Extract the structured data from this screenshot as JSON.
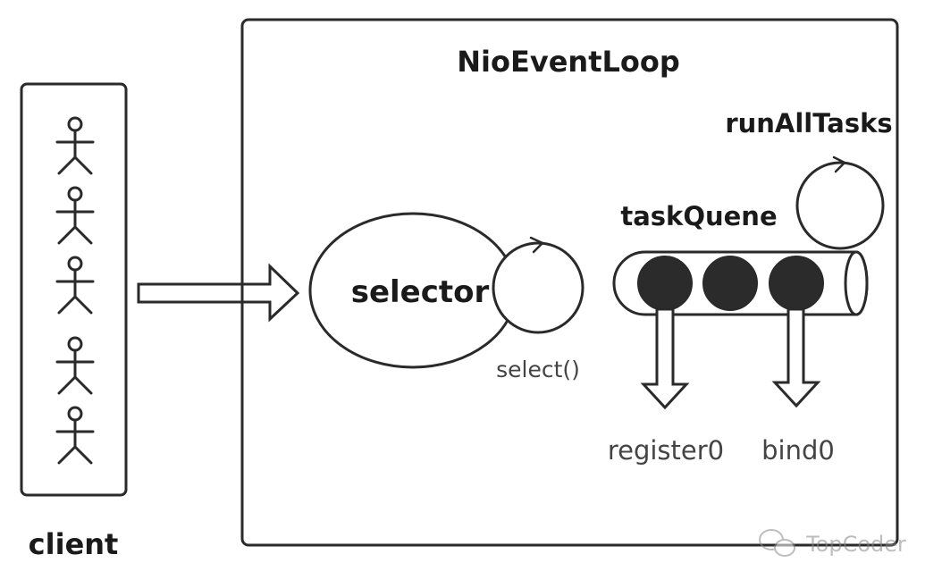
{
  "diagram": {
    "container_title": "NioEventLoop",
    "client_label": "client",
    "client_count": 5,
    "selector_label": "selector",
    "select_label": "select()",
    "run_all_tasks_label": "runAllTasks",
    "task_queue_label": "taskQuene",
    "task_count": 3,
    "register_label": "register0",
    "bind_label": "bind0",
    "watermark": "TopCoder",
    "colors": {
      "stroke": "#2a2a2a",
      "task_fill": "#2b2b2b",
      "background": "#ffffff"
    }
  }
}
